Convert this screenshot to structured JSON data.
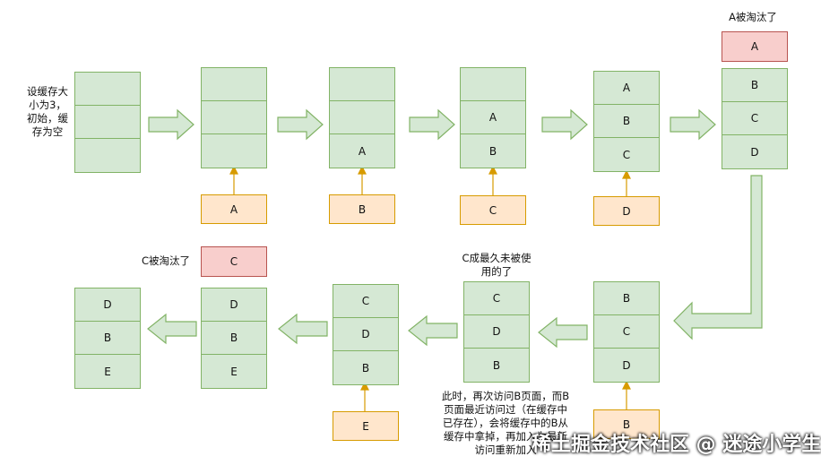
{
  "labels": {
    "init": "设缓存大小为3，初始，缓存为空",
    "a_evicted": "A被淘汰了",
    "c_evicted": "C被淘汰了",
    "c_lru": "C成最久未被使用的了",
    "note": "此时，再次访问B页面，而B页面最近访问过（在缓存中已存在），会将缓存中的B从缓存中拿掉，再加入为最新访问重新加入"
  },
  "stacks": {
    "s1": [
      "",
      "",
      ""
    ],
    "s2": [
      "",
      "",
      ""
    ],
    "s3": [
      "",
      "",
      "A"
    ],
    "s4": [
      "",
      "A",
      "B"
    ],
    "s5": [
      "A",
      "B",
      "C"
    ],
    "s6": [
      "B",
      "C",
      "D"
    ],
    "s7": [
      "B",
      "C",
      "D"
    ],
    "s8": [
      "C",
      "D",
      "B"
    ],
    "s9": [
      "C",
      "D",
      "B"
    ],
    "s10": [
      "D",
      "B",
      "E"
    ],
    "s11": [
      "D",
      "B",
      "E"
    ]
  },
  "inputs": {
    "i2": "A",
    "i3": "B",
    "i4": "C",
    "i5": "D",
    "i7": "B",
    "i9": "E"
  },
  "evicted": {
    "e1": "A",
    "e2": "C"
  },
  "watermark": "稀土掘金技术社区 @ 迷途小学生",
  "colors": {
    "cache_fill": "#d5e8d4",
    "cache_border": "#82b366",
    "input_fill": "#ffe6cc",
    "input_border": "#d79b00",
    "evicted_fill": "#f8cecc",
    "evicted_border": "#b85450"
  }
}
